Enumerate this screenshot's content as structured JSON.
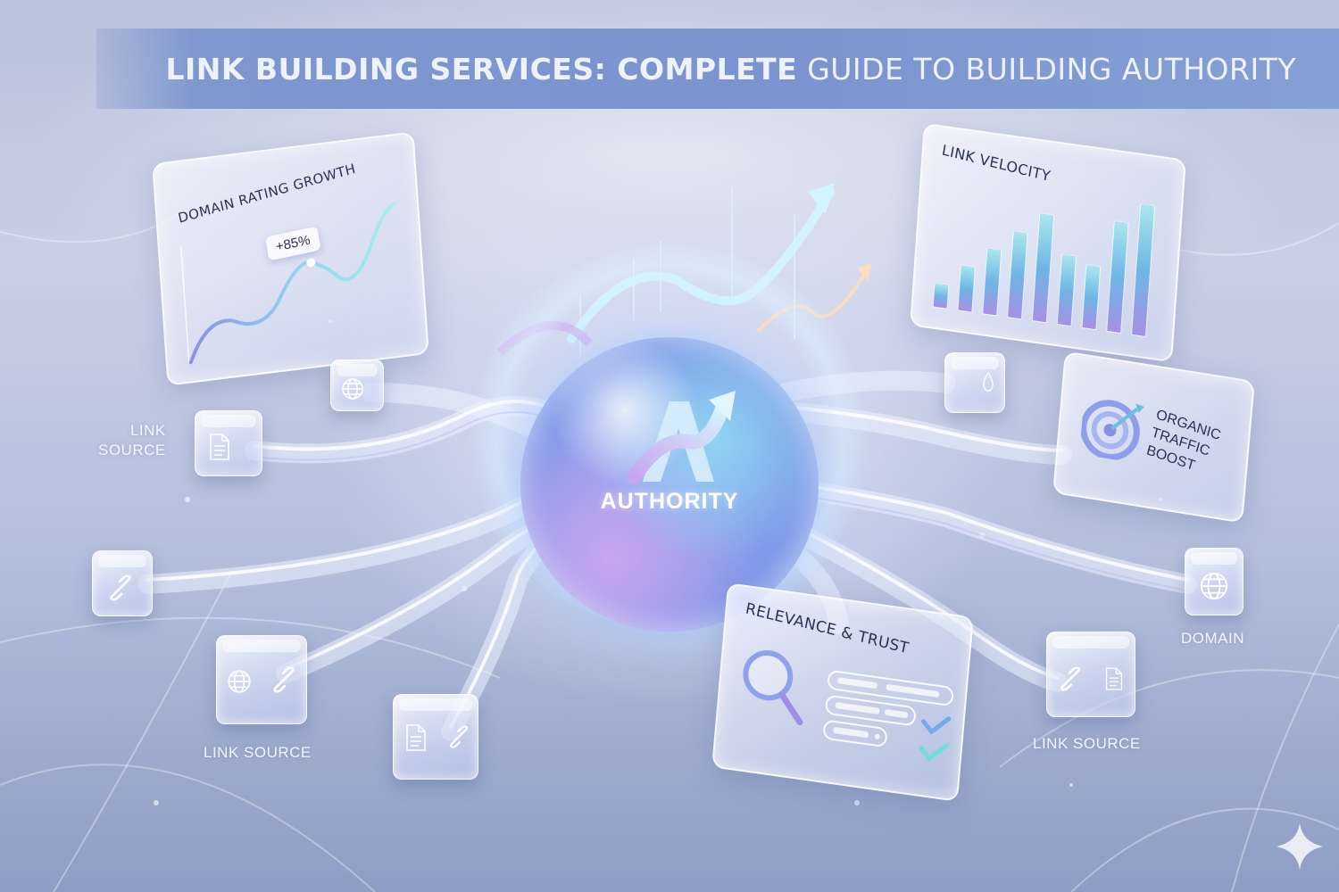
{
  "title": {
    "bold_part": "LINK BUILDING SERVICES: COMPLETE",
    "light_part": " GUIDE TO BUILDING AUTHORITY"
  },
  "center": {
    "label": "AUTHORITY",
    "icon": "authority-a-arrow-icon"
  },
  "panels": {
    "domain_rating": {
      "title": "DOMAIN RATING GROWTH",
      "badge": "+85%"
    },
    "link_velocity": {
      "title": "LINK VELOCITY",
      "bar_heights": [
        28,
        52,
        75,
        98,
        122,
        80,
        72,
        155,
        182
      ]
    },
    "organic_traffic": {
      "line1": "ORGANIC",
      "line2": "TRAFFIC",
      "line3": "BOOST",
      "icon": "target-icon"
    },
    "relevance_trust": {
      "title": "RELEVANCE & TRUST",
      "icon": "magnifier-icon"
    }
  },
  "labels": {
    "link_source_left_line1": "LINK",
    "link_source_left_line2": "SOURCE",
    "link_source_bottom_left": "LINK SOURCE",
    "link_source_bottom_right": "LINK SOURCE",
    "domain": "DOMAIN"
  },
  "colors": {
    "banner": "#7b94d0",
    "title_text": "#eef2fb",
    "panel_text": "#2a3256",
    "sphere": "#8fa8ef",
    "accent_cyan": "#8fe0ec",
    "accent_violet": "#a690e6"
  }
}
